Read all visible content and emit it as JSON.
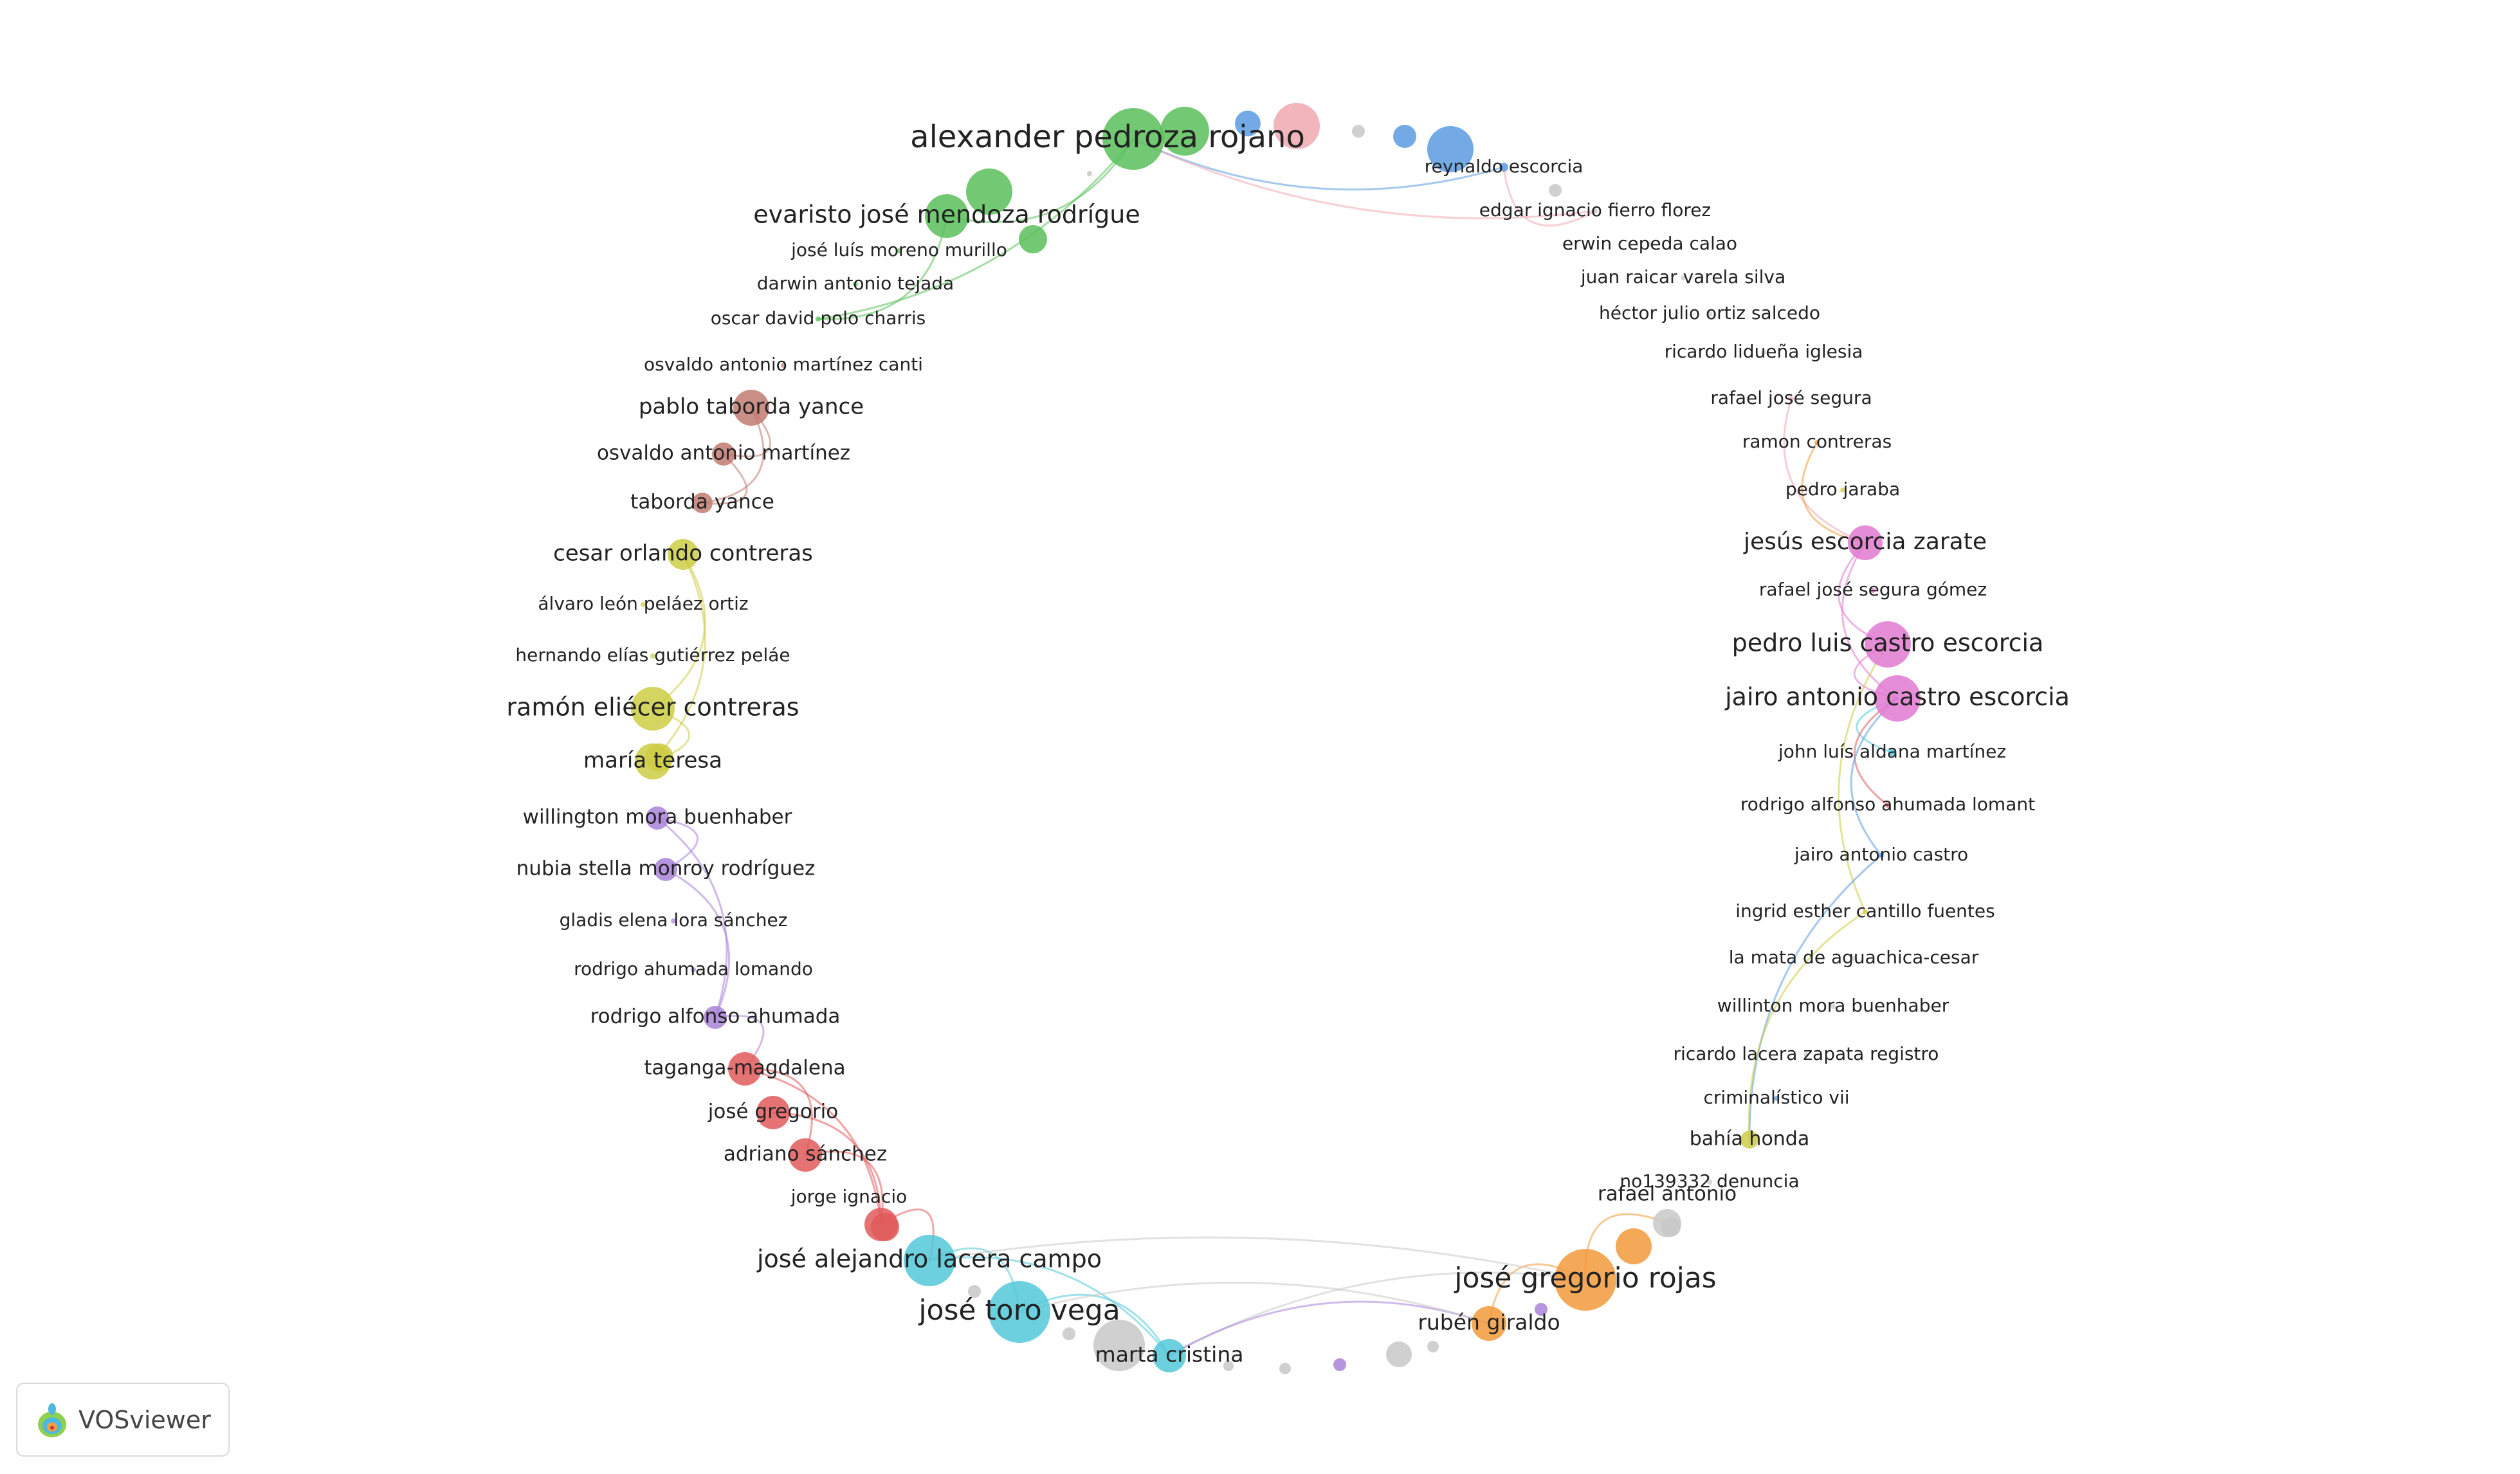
{
  "app": {
    "name": "VOSviewer"
  },
  "colors": {
    "red": "#e05a5a",
    "green": "#5abf5a",
    "blue": "#5a9be0",
    "yellow": "#cccc44",
    "purple": "#a882d8",
    "cyan": "#52c8d8",
    "orange": "#f29a3c",
    "brown": "#c07a70",
    "pink": "#f0a8b0",
    "magenta": "#e07ad0",
    "gray": "#c8c8c8",
    "label": "#222222"
  },
  "nodes": [
    {
      "label": "alexander pedroza rojano",
      "cluster": "green"
    },
    {
      "label": "evaristo josé mendoza rodrígue",
      "cluster": "green"
    },
    {
      "label": "josé luís moreno murillo",
      "cluster": "green"
    },
    {
      "label": "darwin antonio tejada",
      "cluster": "green"
    },
    {
      "label": "oscar david polo charris",
      "cluster": "green"
    },
    {
      "label": "reynaldo escorcia",
      "cluster": "blue"
    },
    {
      "label": "edgar ignacio fierro florez",
      "cluster": "gray"
    },
    {
      "label": "erwin cepeda calao",
      "cluster": "gray"
    },
    {
      "label": "juan raicar varela silva",
      "cluster": "gray"
    },
    {
      "label": "héctor julio ortiz salcedo",
      "cluster": "gray"
    },
    {
      "label": "ricardo lidueña iglesia",
      "cluster": "gray"
    },
    {
      "label": "rafael josé segura",
      "cluster": "pink"
    },
    {
      "label": "ramon contreras",
      "cluster": "orange"
    },
    {
      "label": "pedro jaraba",
      "cluster": "yellow"
    },
    {
      "label": "jesús escorcia zarate",
      "cluster": "magenta"
    },
    {
      "label": "rafael josé segura gómez",
      "cluster": "magenta"
    },
    {
      "label": "pedro luis castro escorcia",
      "cluster": "magenta"
    },
    {
      "label": "jairo antonio castro escorcia",
      "cluster": "magenta"
    },
    {
      "label": "john luís aldana martínez",
      "cluster": "cyan"
    },
    {
      "label": "rodrigo alfonso ahumada lomant",
      "cluster": "red"
    },
    {
      "label": "jairo antonio castro",
      "cluster": "blue"
    },
    {
      "label": "ingrid esther cantillo fuentes",
      "cluster": "yellow"
    },
    {
      "label": "la mata de aguachica-cesar",
      "cluster": "gray"
    },
    {
      "label": "willinton mora buenhaber",
      "cluster": "gray"
    },
    {
      "label": "ricardo lacera zapata registro",
      "cluster": "gray"
    },
    {
      "label": "criminalístico vii",
      "cluster": "blue"
    },
    {
      "label": "bahía honda",
      "cluster": "yellow"
    },
    {
      "label": "no139332 denuncia",
      "cluster": "gray"
    },
    {
      "label": "rafael antonio",
      "cluster": "gray"
    },
    {
      "label": "josé gregorio rojas",
      "cluster": "orange"
    },
    {
      "label": "rubén giraldo",
      "cluster": "orange"
    },
    {
      "label": "marta cristina",
      "cluster": "cyan"
    },
    {
      "label": "josé toro vega",
      "cluster": "cyan"
    },
    {
      "label": "josé alejandro lacera campo",
      "cluster": "cyan"
    },
    {
      "label": "jorge ignacio",
      "cluster": "red"
    },
    {
      "label": "adriano sánchez",
      "cluster": "red"
    },
    {
      "label": "josé gregorio",
      "cluster": "red"
    },
    {
      "label": "taganga-magdalena",
      "cluster": "red"
    },
    {
      "label": "rodrigo alfonso ahumada",
      "cluster": "purple"
    },
    {
      "label": "rodrigo ahumada lomando",
      "cluster": "purple"
    },
    {
      "label": "gladis elena lora sánchez",
      "cluster": "purple"
    },
    {
      "label": "nubia stella monroy rodríguez",
      "cluster": "purple"
    },
    {
      "label": "willington mora buenhaber",
      "cluster": "purple"
    },
    {
      "label": "maría teresa",
      "cluster": "yellow"
    },
    {
      "label": "ramón eliécer contreras",
      "cluster": "yellow"
    },
    {
      "label": "hernando elías gutiérrez peláe",
      "cluster": "yellow"
    },
    {
      "label": "álvaro león peláez ortiz",
      "cluster": "yellow"
    },
    {
      "label": "cesar orlando contreras",
      "cluster": "yellow"
    },
    {
      "label": "taborda yance",
      "cluster": "brown"
    },
    {
      "label": "osvaldo antonio martínez",
      "cluster": "brown"
    },
    {
      "label": "pablo taborda yance",
      "cluster": "brown"
    },
    {
      "label": "osvaldo antonio martínez canti",
      "cluster": "brown"
    }
  ]
}
